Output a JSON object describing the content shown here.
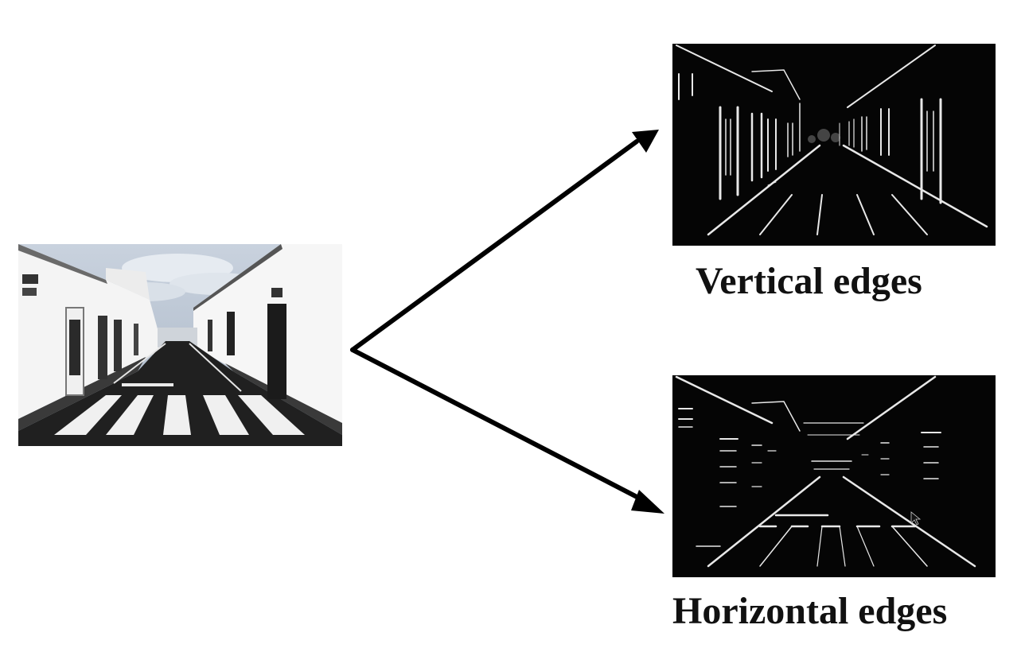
{
  "captions": {
    "vertical": "Vertical edges",
    "horizontal": "Horizontal edges"
  },
  "colors": {
    "background": "#ffffff",
    "arrow": "#000000",
    "caption": "#111111",
    "edge_panel_bg": "#050505",
    "edge_lines": "#e8e8e8"
  },
  "images": {
    "original": "street-photo",
    "vertical": "vertical-edge-map",
    "horizontal": "horizontal-edge-map"
  }
}
